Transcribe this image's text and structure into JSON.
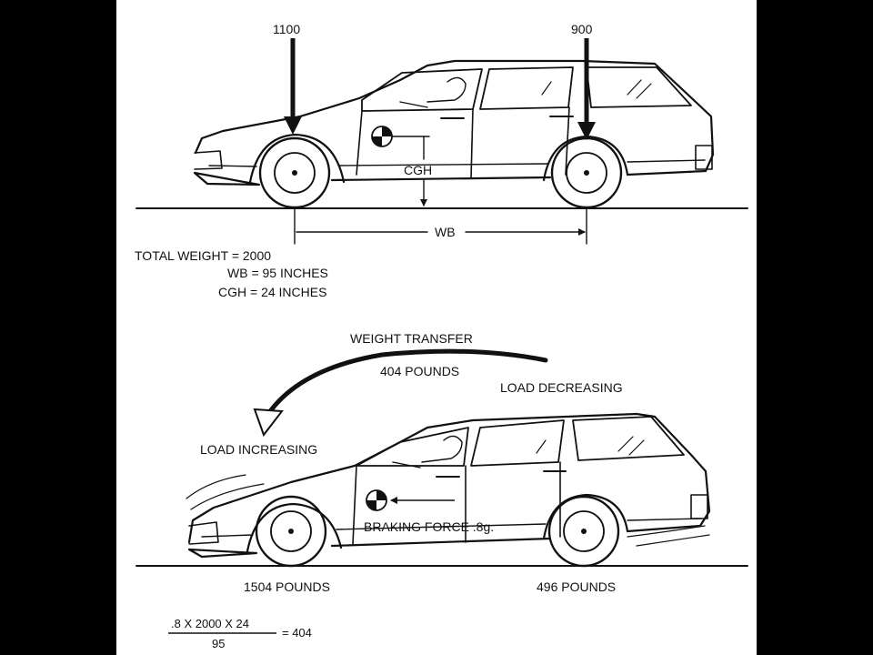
{
  "top": {
    "front_load": "1100",
    "rear_load": "900",
    "cgh_label": "CGH",
    "wb_label": "WB",
    "specs": {
      "total_weight": "TOTAL WEIGHT = 2000",
      "wb": "WB = 95 INCHES",
      "cgh": "CGH = 24 INCHES"
    }
  },
  "bottom": {
    "weight_transfer": "WEIGHT TRANSFER",
    "transfer_amount": "404 POUNDS",
    "load_decreasing": "LOAD DECREASING",
    "load_increasing": "LOAD INCREASING",
    "braking_force": "BRAKING FORCE .8g.",
    "front_pounds": "1504 POUNDS",
    "rear_pounds": "496 POUNDS"
  },
  "formula": {
    "numerator": ".8 X 2000 X 24",
    "denominator": "95",
    "result": "= 404"
  },
  "colors": {
    "background": "#000000",
    "panel": "#ffffff",
    "ink": "#111111"
  }
}
